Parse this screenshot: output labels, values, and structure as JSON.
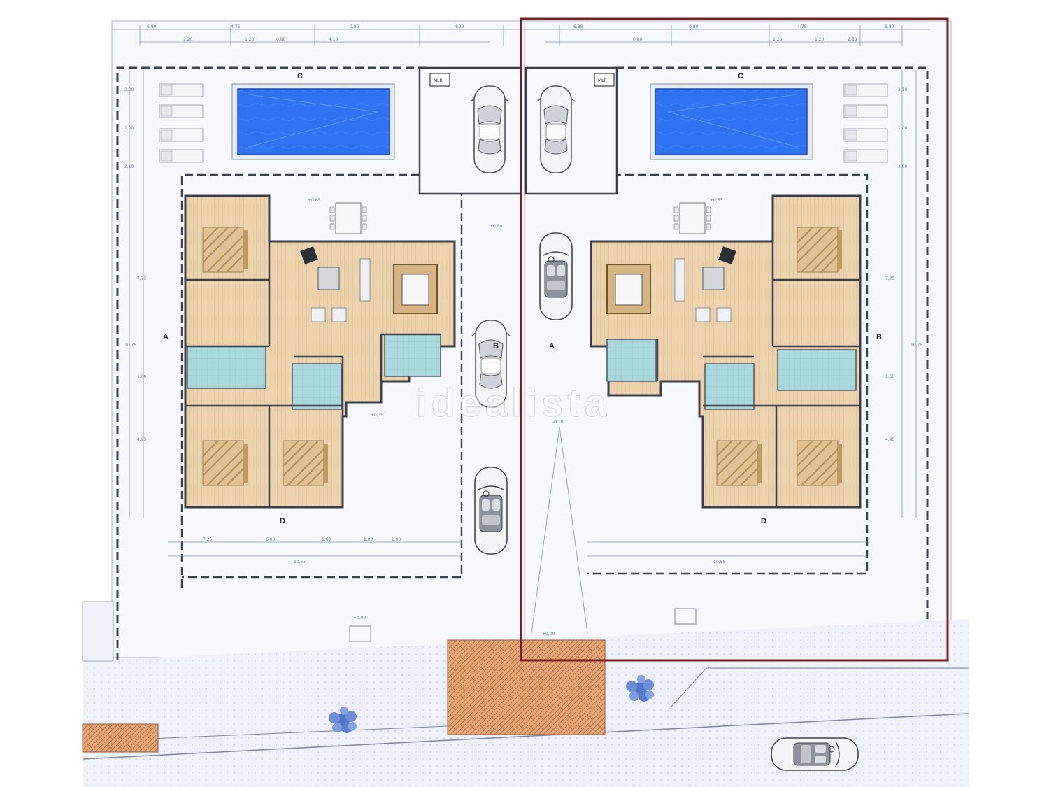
{
  "watermark": "idealista",
  "colors": {
    "pool": "#2f6ff0",
    "pool_edge": "#1d4fb0",
    "floor_wood": "#e9cfa8",
    "bathroom_tile": "#9fd2d8",
    "plot_outline": "#7a1e22",
    "paving": "#e2a06e",
    "wall": "#3b3f4a",
    "dimension_line": "#7d95c3",
    "outdoor": "#f4f6fb"
  },
  "icons": [
    "car-icon",
    "convertible-car-icon",
    "sun-lounger-icon",
    "dining-table-icon",
    "bed-icon",
    "shrub-icon"
  ],
  "section_marks": {
    "c": "C",
    "a": "A",
    "b": "B",
    "d": "D"
  },
  "garage_label": "MLR",
  "dimension_labels": {
    "top_row": [
      "6,80",
      "4,75",
      "0,80",
      "4,90",
      "6,80",
      "0,80",
      "4,75",
      "6,80"
    ],
    "top_row_2": [
      "1,20",
      "1,20",
      "0,80",
      "4,10",
      "0,80",
      "1,20",
      "1,20",
      "2,60"
    ],
    "left_side": [
      "2,00",
      "1,00",
      "2,10",
      "7,75",
      "10,75",
      "1,60",
      "4,95"
    ],
    "right_side": [
      "2,10",
      "1,00",
      "2,00",
      "7,75",
      "10,75",
      "1,60",
      "4,95"
    ],
    "bottom_row": [
      "7,25",
      "6,00",
      "1,60",
      "1,00",
      "1,00",
      "10,65"
    ],
    "levels": [
      "+0,65",
      "+0,80",
      "+0,35",
      "-0,10",
      "+0,00"
    ]
  }
}
